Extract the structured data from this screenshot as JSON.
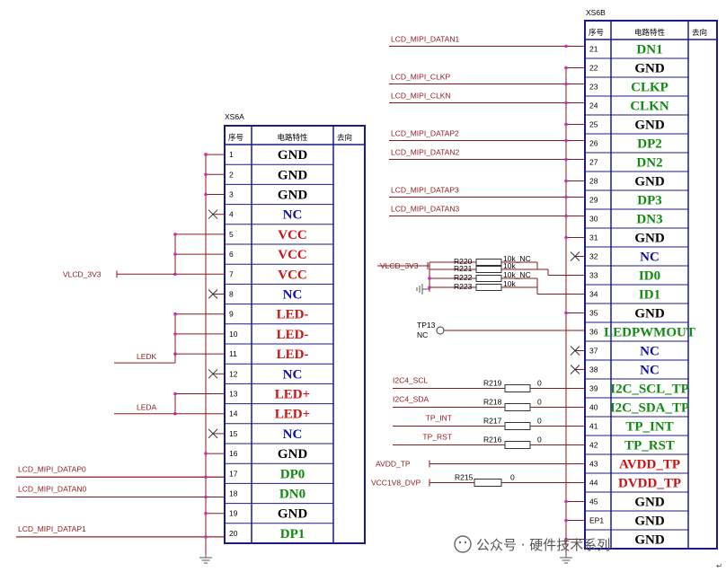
{
  "colors": {
    "border": "#1a1a8c",
    "wire": "#8b1a1a",
    "dot": "#cc2cb0",
    "net_label": "#8b1a1a",
    "sig_black": "#000000",
    "sig_red": "#d01010",
    "sig_green": "#108a10",
    "sig_blue": "#1010a0"
  },
  "left": {
    "title": "XS6A",
    "headers": [
      "序号",
      "电路特性",
      "去向"
    ],
    "rows": [
      {
        "pin": "1",
        "sig": "GND",
        "color": "black"
      },
      {
        "pin": "2",
        "sig": "GND",
        "color": "black"
      },
      {
        "pin": "3",
        "sig": "GND",
        "color": "black"
      },
      {
        "pin": "4",
        "sig": "NC",
        "color": "blue"
      },
      {
        "pin": "5",
        "sig": "VCC",
        "color": "red"
      },
      {
        "pin": "6",
        "sig": "VCC",
        "color": "red"
      },
      {
        "pin": "7",
        "sig": "VCC",
        "color": "red"
      },
      {
        "pin": "8",
        "sig": "NC",
        "color": "blue"
      },
      {
        "pin": "9",
        "sig": "LED-",
        "color": "red"
      },
      {
        "pin": "10",
        "sig": "LED-",
        "color": "red"
      },
      {
        "pin": "11",
        "sig": "LED-",
        "color": "red"
      },
      {
        "pin": "12",
        "sig": "NC",
        "color": "blue"
      },
      {
        "pin": "13",
        "sig": "LED+",
        "color": "red"
      },
      {
        "pin": "14",
        "sig": "LED+",
        "color": "red"
      },
      {
        "pin": "15",
        "sig": "NC",
        "color": "blue"
      },
      {
        "pin": "16",
        "sig": "GND",
        "color": "black"
      },
      {
        "pin": "17",
        "sig": "DP0",
        "color": "green"
      },
      {
        "pin": "18",
        "sig": "DN0",
        "color": "green"
      },
      {
        "pin": "19",
        "sig": "GND",
        "color": "black"
      },
      {
        "pin": "20",
        "sig": "DP1",
        "color": "green"
      }
    ],
    "nets": [
      "VLCD_3V3",
      "LEDK",
      "LEDA",
      "LCD_MIPI_DATAP0",
      "LCD_MIPI_DATAN0",
      "LCD_MIPI_DATAP1"
    ]
  },
  "right": {
    "title": "XS6B",
    "headers": [
      "序号",
      "电路特性",
      "去向"
    ],
    "rows": [
      {
        "pin": "21",
        "sig": "DN1",
        "color": "green"
      },
      {
        "pin": "22",
        "sig": "GND",
        "color": "black"
      },
      {
        "pin": "23",
        "sig": "CLKP",
        "color": "green"
      },
      {
        "pin": "24",
        "sig": "CLKN",
        "color": "green"
      },
      {
        "pin": "25",
        "sig": "GND",
        "color": "black"
      },
      {
        "pin": "26",
        "sig": "DP2",
        "color": "green"
      },
      {
        "pin": "27",
        "sig": "DN2",
        "color": "green"
      },
      {
        "pin": "28",
        "sig": "GND",
        "color": "black"
      },
      {
        "pin": "29",
        "sig": "DP3",
        "color": "green"
      },
      {
        "pin": "30",
        "sig": "DN3",
        "color": "green"
      },
      {
        "pin": "31",
        "sig": "GND",
        "color": "black"
      },
      {
        "pin": "32",
        "sig": "NC",
        "color": "blue"
      },
      {
        "pin": "33",
        "sig": "ID0",
        "color": "green"
      },
      {
        "pin": "34",
        "sig": "ID1",
        "color": "green"
      },
      {
        "pin": "35",
        "sig": "GND",
        "color": "black"
      },
      {
        "pin": "36",
        "sig": "LEDPWMOUT",
        "color": "green"
      },
      {
        "pin": "37",
        "sig": "NC",
        "color": "blue"
      },
      {
        "pin": "38",
        "sig": "NC",
        "color": "blue"
      },
      {
        "pin": "39",
        "sig": "I2C_SCL_TP",
        "color": "green"
      },
      {
        "pin": "40",
        "sig": "I2C_SDA_TP",
        "color": "green"
      },
      {
        "pin": "41",
        "sig": "TP_INT",
        "color": "green"
      },
      {
        "pin": "42",
        "sig": "TP_RST",
        "color": "green"
      },
      {
        "pin": "43",
        "sig": "AVDD_TP",
        "color": "red"
      },
      {
        "pin": "44",
        "sig": "DVDD_TP",
        "color": "red"
      },
      {
        "pin": "45",
        "sig": "GND",
        "color": "black"
      },
      {
        "pin": "EP1",
        "sig": "GND",
        "color": "black"
      },
      {
        "pin": "",
        "sig": "GND",
        "color": "black"
      }
    ],
    "nets": [
      "LCD_MIPI_DATAN1",
      "LCD_MIPI_CLKP",
      "LCD_MIPI_CLKN",
      "LCD_MIPI_DATAP2",
      "LCD_MIPI_DATAN2",
      "LCD_MIPI_DATAP3",
      "LCD_MIPI_DATAN3",
      "VLCD_3V3",
      "I2C4_SCL",
      "I2C4_SDA",
      "TP_INT",
      "TP_RST",
      "AVDD_TP",
      "VCC1V8_DVP"
    ],
    "resistors": [
      {
        "ref": "R220",
        "val": "10k_NC"
      },
      {
        "ref": "R221",
        "val": "10k"
      },
      {
        "ref": "R222",
        "val": "10k_NC"
      },
      {
        "ref": "R223",
        "val": "10k"
      },
      {
        "ref": "R219",
        "val": "0"
      },
      {
        "ref": "R218",
        "val": "0"
      },
      {
        "ref": "R217",
        "val": "0"
      },
      {
        "ref": "R216",
        "val": "0"
      },
      {
        "ref": "R215",
        "val": "0"
      }
    ],
    "testpoint": {
      "ref": "TP13",
      "val": "NC"
    }
  },
  "watermark": "公众号 · 硬件技术系列"
}
